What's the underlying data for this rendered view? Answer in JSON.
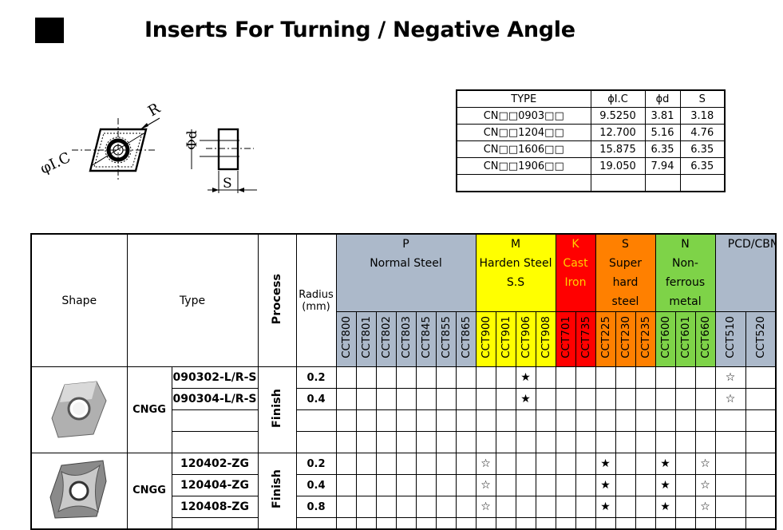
{
  "page": {
    "title": "Inserts For Turning / Negative Angle"
  },
  "drawing": {
    "ic": "φI.C",
    "r": "R",
    "d": "Φd",
    "s": "S"
  },
  "dims_table": {
    "headers": [
      "TYPE",
      "ϕI.C",
      "ϕd",
      "S"
    ],
    "rows": [
      [
        "CN□□0903□□",
        "9.5250",
        "3.81",
        "3.18"
      ],
      [
        "CN□□1204□□",
        "12.700",
        "5.16",
        "4.76"
      ],
      [
        "CN□□1606□□",
        "15.875",
        "6.35",
        "6.35"
      ],
      [
        "CN□□1906□□",
        "19.050",
        "7.94",
        "6.35"
      ],
      [
        "",
        "",
        "",
        ""
      ]
    ]
  },
  "main_table": {
    "headers": {
      "shape": "Shape",
      "type": "Type",
      "process": "Process",
      "radius": "Radius\n(mm)"
    },
    "groups": [
      {
        "code": "P",
        "name": "Normal Steel",
        "color": "#acb9ca",
        "grades": [
          "CCT800",
          "CCT801",
          "CCT802",
          "CCT803",
          "CCT845",
          "CCT855",
          "CCT865"
        ]
      },
      {
        "code": "M",
        "name": "Harden Steel S.S",
        "color": "#ffff00",
        "grades": [
          "CCT900",
          "CCT901",
          "CCT906",
          "CCT908"
        ]
      },
      {
        "code": "K",
        "name": "Cast Iron",
        "color": "#ff0000",
        "grades": [
          "CCT701",
          "CCT735"
        ]
      },
      {
        "code": "S",
        "name": "Super hard steel",
        "color": "#ff8000",
        "grades": [
          "CCT225",
          "CCT230",
          "CCT235"
        ]
      },
      {
        "code": "N",
        "name": "Non-ferrous metal",
        "color": "#7ed348",
        "grades": [
          "CCT600",
          "CCT601",
          "CCT660"
        ]
      },
      {
        "code": "",
        "name": "PCD/CBN",
        "color": "#acb9ca",
        "grades": [
          "CCT510",
          "CCT520"
        ]
      }
    ],
    "sections": [
      {
        "shape": "insert-plain",
        "type": "CNGG",
        "process": "Finish",
        "rows": [
          {
            "order": "090302-L/R-S",
            "radius": "0.2",
            "marks": {
              "CCT906": "★",
              "CCT510": "☆"
            }
          },
          {
            "order": "090304-L/R-S",
            "radius": "0.4",
            "marks": {
              "CCT906": "★",
              "CCT510": "☆"
            }
          },
          {
            "order": "",
            "radius": "",
            "marks": {}
          },
          {
            "order": "",
            "radius": "",
            "marks": {}
          }
        ]
      },
      {
        "shape": "insert-chipbreaker",
        "type": "CNGG",
        "process": "Finish",
        "rows": [
          {
            "order": "120402-ZG",
            "radius": "0.2",
            "marks": {
              "CCT900": "☆",
              "CCT225": "★",
              "CCT600": "★",
              "CCT660": "☆"
            }
          },
          {
            "order": "120404-ZG",
            "radius": "0.4",
            "marks": {
              "CCT900": "☆",
              "CCT225": "★",
              "CCT600": "★",
              "CCT660": "☆"
            }
          },
          {
            "order": "120408-ZG",
            "radius": "0.8",
            "marks": {
              "CCT900": "☆",
              "CCT225": "★",
              "CCT600": "★",
              "CCT660": "☆"
            }
          },
          {
            "order": "",
            "radius": "",
            "marks": {}
          }
        ]
      }
    ]
  }
}
